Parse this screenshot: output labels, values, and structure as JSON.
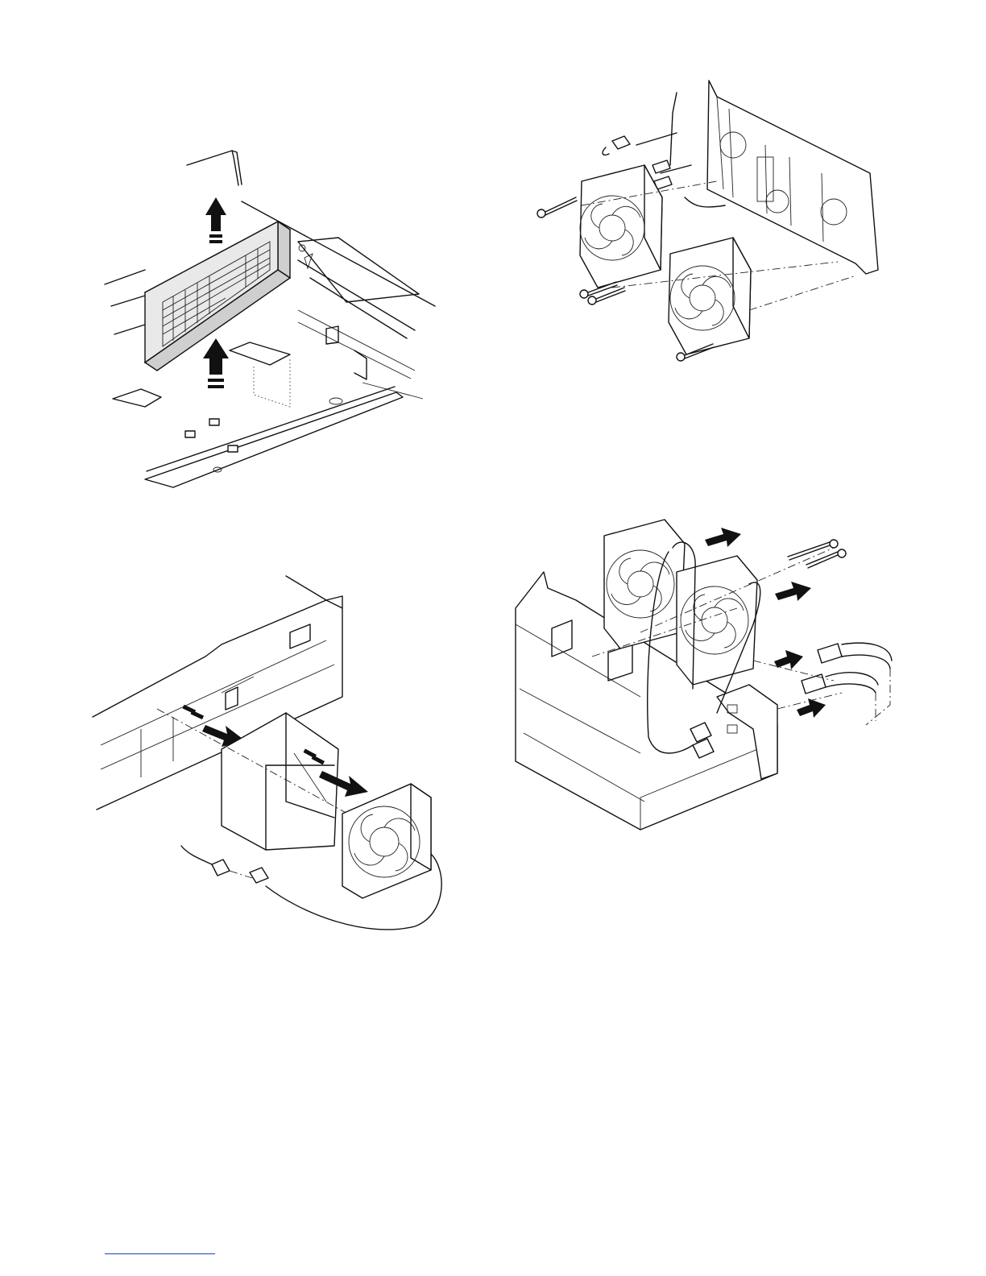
{
  "document": {
    "figures": [
      {
        "id": "fig-1",
        "icons": [
          "filter-panel-icon",
          "retaining-spring-icon",
          "lift-up-arrow-icon"
        ]
      },
      {
        "id": "fig-2",
        "icons": [
          "cooling-fan-icon",
          "screw-icon",
          "connector-icon"
        ]
      },
      {
        "id": "fig-3",
        "icons": [
          "fan-duct-icon",
          "cooling-fan-icon",
          "pull-out-arrow-icon"
        ]
      },
      {
        "id": "fig-4",
        "icons": [
          "cooling-fan-icon",
          "screw-icon",
          "connector-icon",
          "pull-out-arrow-icon"
        ]
      }
    ],
    "colors": {
      "line": "#111111",
      "filter_fill": "#cfcfcf",
      "footer_rule": "#1f3fbf"
    }
  }
}
